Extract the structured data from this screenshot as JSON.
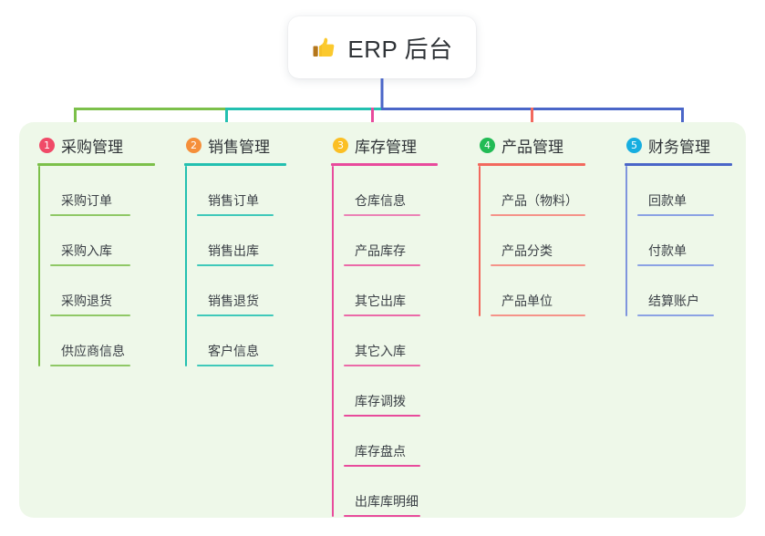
{
  "root": {
    "icon": "thumbs-up-icon",
    "title": "ERP 后台"
  },
  "palette": {
    "panel_bg": "#eef8e9",
    "page_bg": "#ffffff",
    "text": "#2f3337"
  },
  "columns": [
    {
      "index": "1",
      "badge_color": "#f04a68",
      "line_color": "#7cc04a",
      "title": "采购管理",
      "items": [
        "采购订单",
        "采购入库",
        "采购退货",
        "供应商信息"
      ]
    },
    {
      "index": "2",
      "badge_color": "#f58f3a",
      "line_color": "#23c0b0",
      "title": "销售管理",
      "items": [
        "销售订单",
        "销售出库",
        "销售退货",
        "客户信息"
      ]
    },
    {
      "index": "3",
      "badge_color": "#fbbf24",
      "line_color": "#e84b9c",
      "title": "库存管理",
      "items": [
        "仓库信息",
        "产品库存",
        "其它出库",
        "其它入库",
        "库存调拨",
        "库存盘点",
        "出库库明细"
      ]
    },
    {
      "index": "4",
      "badge_color": "#22bb55",
      "line_color": "#f2695e",
      "title": "产品管理",
      "items": [
        "产品（物料）",
        "产品分类",
        "产品单位"
      ]
    },
    {
      "index": "5",
      "badge_color": "#17aee0",
      "line_color": "#4a66c8",
      "title": "财务管理",
      "items": [
        "回款单",
        "付款单",
        "结算账户"
      ]
    }
  ],
  "connectors": {
    "bus_color": "#4a66c8",
    "root_stem_color": "#4a66c8",
    "drop_colors": [
      "#7cc04a",
      "#23c0b0",
      "#e84b9c",
      "#f2695e",
      "#4a66c8"
    ],
    "bus_left_segment_color": "#7cc04a",
    "bus_mid_segment_color": "#23c0b0"
  }
}
